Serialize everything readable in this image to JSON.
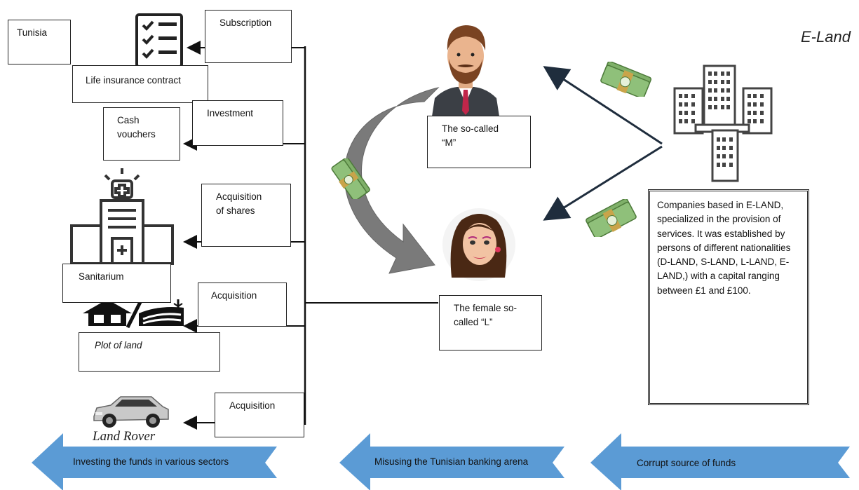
{
  "title": "E-Land",
  "boxes": {
    "tunisia": "Tunisia",
    "subscription": "Subscription",
    "life_insurance": "Life insurance contract",
    "investment": "Investment",
    "cash_vouchers": "Cash\nvouchers",
    "acquisition_shares": "Acquisition\nof shares",
    "sanitarium": "Sanitarium",
    "acquisition_land": "Acquisition",
    "plot_of_land": "Plot of land",
    "acquisition_car": "Acquisition",
    "so_called_m": "The so-called\n“M”",
    "female_l": "The female so-\ncalled “L”",
    "companies": "Companies based in E-LAND, specialized in the provision of services. It was established by persons of different nationalities (D-LAND, S-LAND, L-LAND, E-LAND,) with a capital ranging between £1 and £100."
  },
  "car_brand": "Land Rover",
  "arrows": {
    "left": "Investing the funds in various sectors",
    "middle": "Misusing the Tunisian banking arena",
    "right": "Corrupt source of funds"
  },
  "colors": {
    "arrow_fill": "#5b9bd5",
    "line": "#111111",
    "money": "#7fb069"
  },
  "icons": [
    "checklist-icon",
    "hospital-icon",
    "house-icon",
    "field-icon",
    "car-icon",
    "man-avatar",
    "woman-avatar",
    "money-icon",
    "buildings-icon"
  ]
}
